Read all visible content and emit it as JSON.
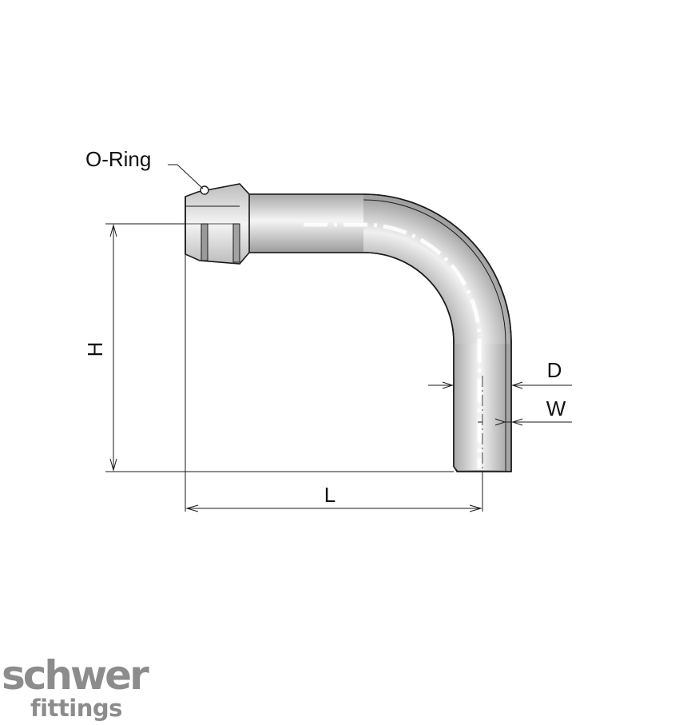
{
  "labels": {
    "o_ring": "O-Ring",
    "height": "H",
    "length": "L",
    "diameter": "D",
    "wall": "W"
  },
  "logo": {
    "line1": "schwer",
    "line2": "fittings"
  },
  "colors": {
    "line": "#1a1a1a",
    "metal_dark": "#a6a6a6",
    "metal_light": "#f2f2f2",
    "logo_gray": "#8c8c8c"
  }
}
